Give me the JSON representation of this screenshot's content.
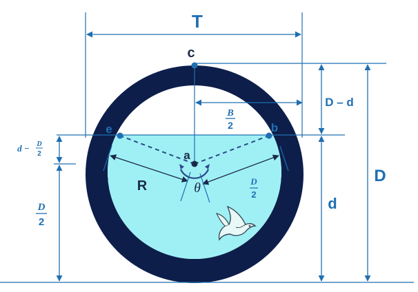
{
  "colors": {
    "pipe_wall": "#0d1e4a",
    "water": "#9ff0f4",
    "dimension_line": "#1f6fb2",
    "radius_line": "#2a4a8a",
    "point": "#1f6fb2",
    "background": "#ffffff"
  },
  "labels": {
    "T": "T",
    "c": "c",
    "a": "a",
    "b": "b",
    "e": "e",
    "R": "R",
    "theta": "θ",
    "D_minus_d": "D – d",
    "D": "D",
    "d": "d",
    "B": "B",
    "D_num": "D",
    "two": "2",
    "d_minus": "d −"
  },
  "icons": [
    "dove-icon"
  ]
}
